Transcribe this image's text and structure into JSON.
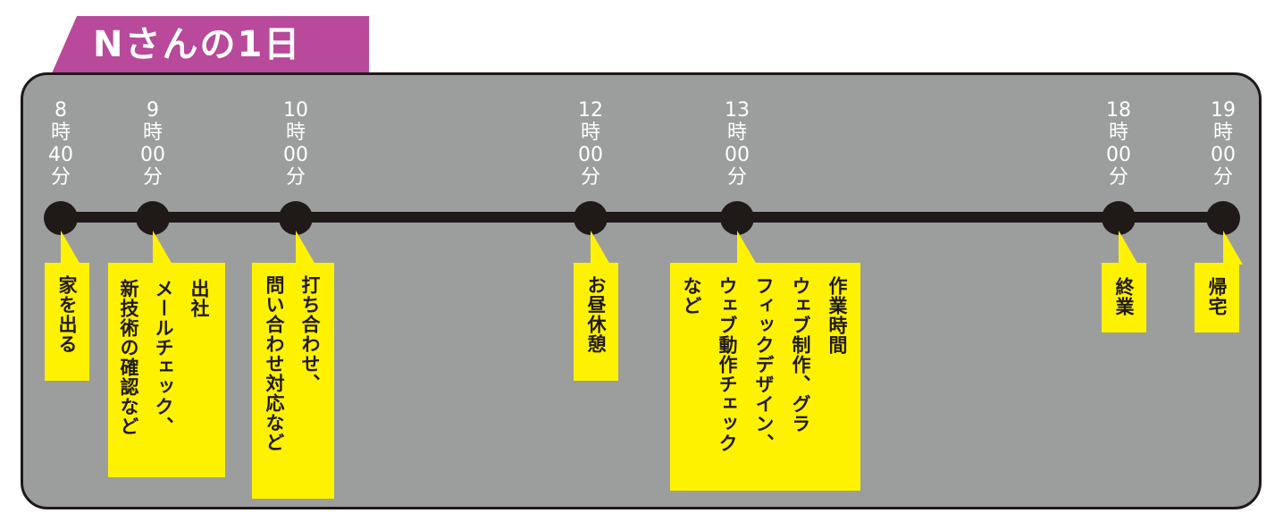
{
  "title": "Nさんの1日",
  "times": [
    {
      "lines": [
        "8",
        "時",
        "40",
        "分"
      ]
    },
    {
      "lines": [
        "9",
        "時",
        "00",
        "分"
      ]
    },
    {
      "lines": [
        "10",
        "時",
        "00",
        "分"
      ]
    },
    {
      "lines": [
        "12",
        "時",
        "00",
        "分"
      ]
    },
    {
      "lines": [
        "13",
        "時",
        "00",
        "分"
      ]
    },
    {
      "lines": [
        "18",
        "時",
        "00",
        "分"
      ]
    },
    {
      "lines": [
        "19",
        "時",
        "00",
        "分"
      ]
    }
  ],
  "events": [
    {
      "lines": [
        "家を出る"
      ]
    },
    {
      "lines": [
        "出社",
        "メールチェック、",
        "新技術の確認など"
      ]
    },
    {
      "lines": [
        "打ち合わせ、",
        "問い合わせ対応など"
      ]
    },
    {
      "lines": [
        "お昼休憩"
      ]
    },
    {
      "lines": [
        "作業時間",
        "ウェブ制作、グラ",
        "フィックデザイン、",
        "ウェブ動作チェック",
        "など"
      ]
    },
    {
      "lines": [
        "終業"
      ]
    },
    {
      "lines": [
        "帰宅"
      ]
    }
  ],
  "colors": {
    "title_bg": "#b8499b",
    "panel_bg": "#9c9e9e",
    "line": "#1f1a17",
    "note_bg": "#fff200",
    "time_text": "#ffffff"
  }
}
